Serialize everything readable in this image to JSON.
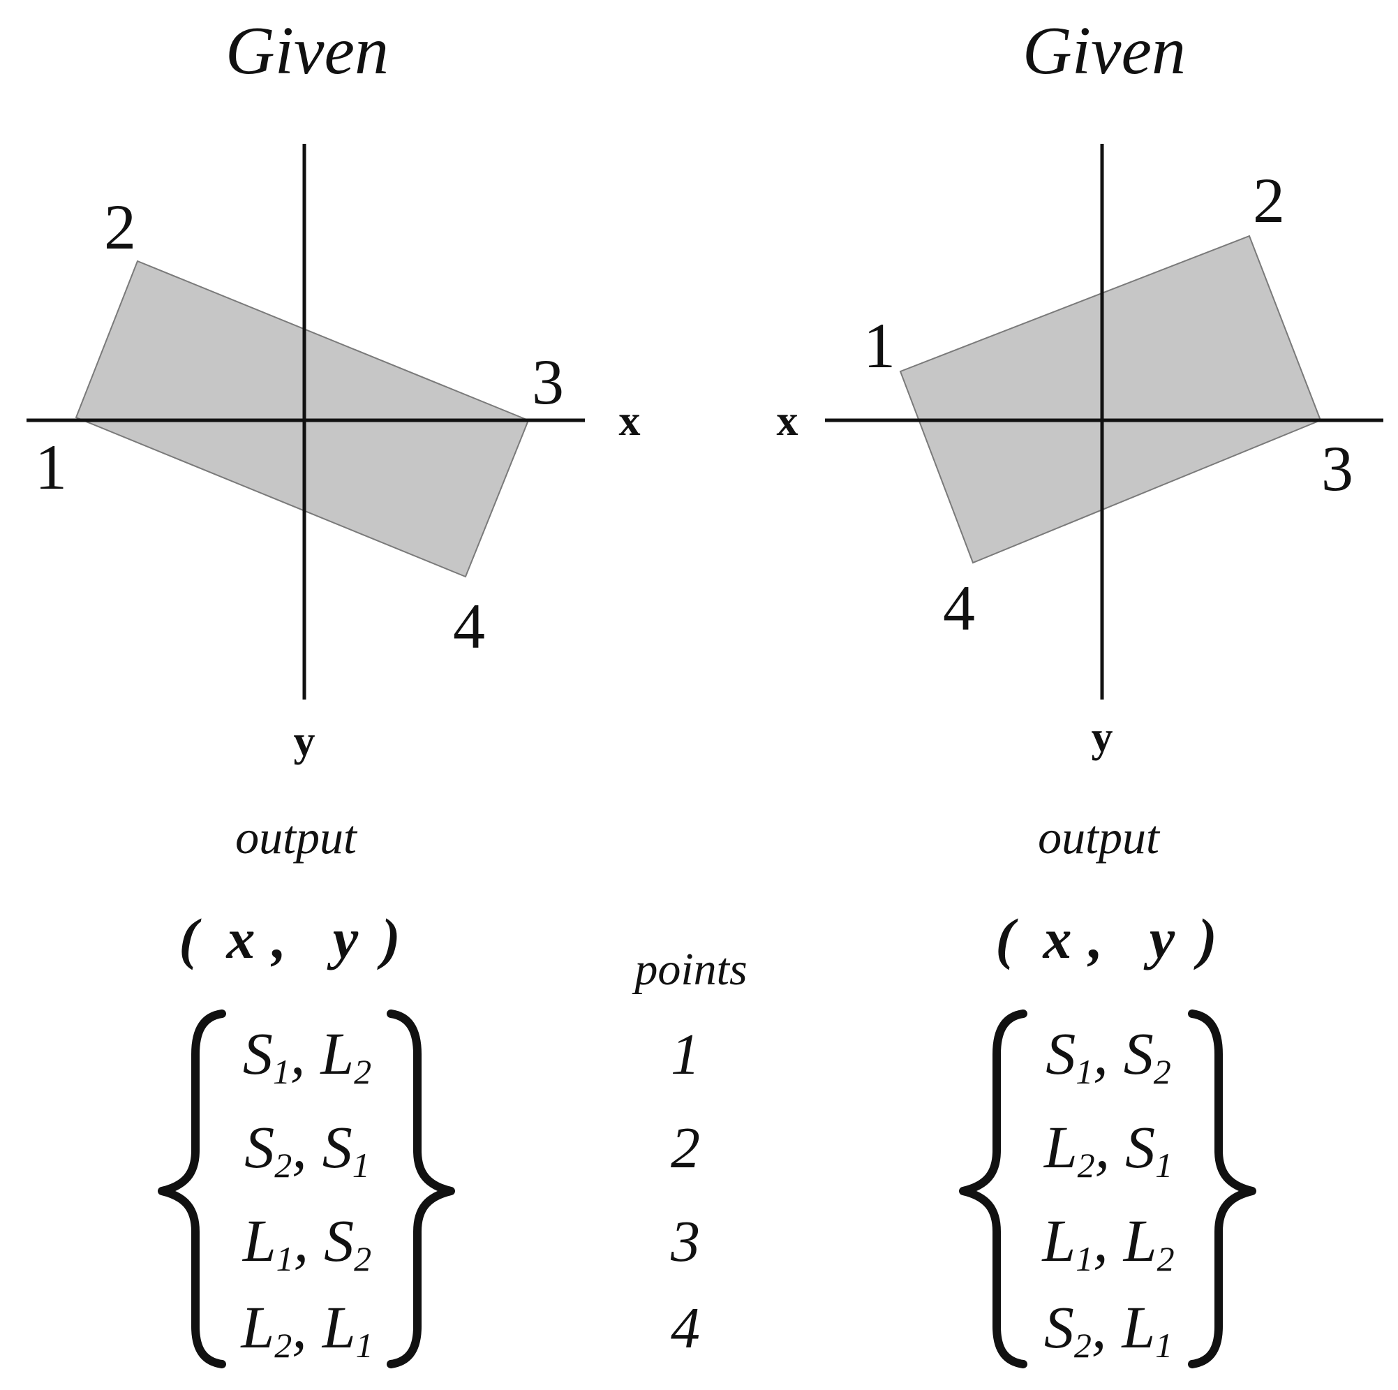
{
  "panels": [
    {
      "title": "Given",
      "x_axis_label": "x",
      "y_axis_label": "y",
      "vertex_labels": [
        "1",
        "2",
        "3",
        "4"
      ],
      "output_label": "output",
      "coord_header": {
        "open": "(",
        "x": "x",
        "comma": ",",
        "y": "y",
        "close": ")"
      },
      "entries": [
        {
          "a": "S",
          "a_sub": "1",
          "sep": ",",
          "b": "L",
          "b_sub": "2"
        },
        {
          "a": "S",
          "a_sub": "2",
          "sep": ",",
          "b": "S",
          "b_sub": "1"
        },
        {
          "a": "L",
          "a_sub": "1",
          "sep": ",",
          "b": "S",
          "b_sub": "2"
        },
        {
          "a": "L",
          "a_sub": "2",
          "sep": ",",
          "b": "L",
          "b_sub": "1"
        }
      ]
    },
    {
      "title": "Given",
      "x_axis_label": "x",
      "y_axis_label": "y",
      "vertex_labels": [
        "1",
        "2",
        "3",
        "4"
      ],
      "output_label": "output",
      "coord_header": {
        "open": "(",
        "x": "x",
        "comma": ",",
        "y": "y",
        "close": ")"
      },
      "entries": [
        {
          "a": "S",
          "a_sub": "1",
          "sep": ",",
          "b": "S",
          "b_sub": "2"
        },
        {
          "a": "L",
          "a_sub": "2",
          "sep": ",",
          "b": "S",
          "b_sub": "1"
        },
        {
          "a": "L",
          "a_sub": "1",
          "sep": ",",
          "b": "L",
          "b_sub": "2"
        },
        {
          "a": "S",
          "a_sub": "2",
          "sep": ",",
          "b": "L",
          "b_sub": "1"
        }
      ]
    }
  ],
  "points_column": {
    "label": "points",
    "numbers": [
      "1",
      "2",
      "3",
      "4"
    ]
  },
  "colors": {
    "rectangle_fill": "#c6c6c6",
    "rectangle_stroke": "#7a7a7a",
    "ink": "#111111"
  }
}
